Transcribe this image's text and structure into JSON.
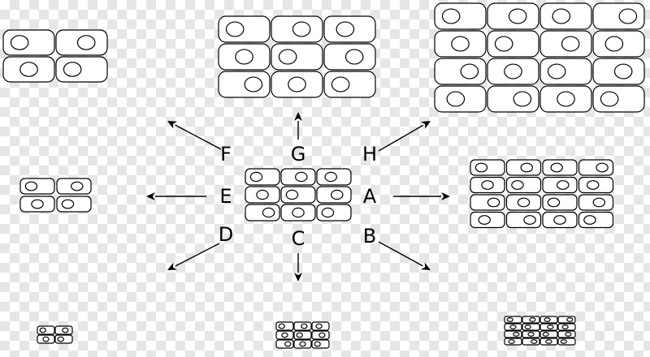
{
  "diagram": {
    "labels": {
      "A": "A",
      "B": "B",
      "C": "C",
      "D": "D",
      "E": "E",
      "F": "F",
      "G": "G",
      "H": "H"
    },
    "colors": {
      "stroke": "#000000",
      "cell_fill": "#ffffff",
      "checker": "#e6e6e6"
    },
    "center_tissue": {
      "rows": 3,
      "cols": 3
    },
    "tissues": {
      "A": {
        "rows": 4,
        "cols": 4,
        "description_shape": "more-cells-same-size"
      },
      "B": {
        "rows": 4,
        "cols": 4,
        "description_shape": "more-smaller-cells"
      },
      "C": {
        "rows": 3,
        "cols": 3,
        "description_shape": "same-count-smaller-cells"
      },
      "D": {
        "rows": 2,
        "cols": 2,
        "description_shape": "fewer-smaller-cells"
      },
      "E": {
        "rows": 2,
        "cols": 2,
        "description_shape": "fewer-cells-same-size"
      },
      "F": {
        "rows": 2,
        "cols": 2,
        "description_shape": "fewer-larger-cells"
      },
      "G": {
        "rows": 3,
        "cols": 3,
        "description_shape": "same-count-larger-cells"
      },
      "H": {
        "rows": 4,
        "cols": 4,
        "description_shape": "more-larger-cells"
      }
    }
  }
}
